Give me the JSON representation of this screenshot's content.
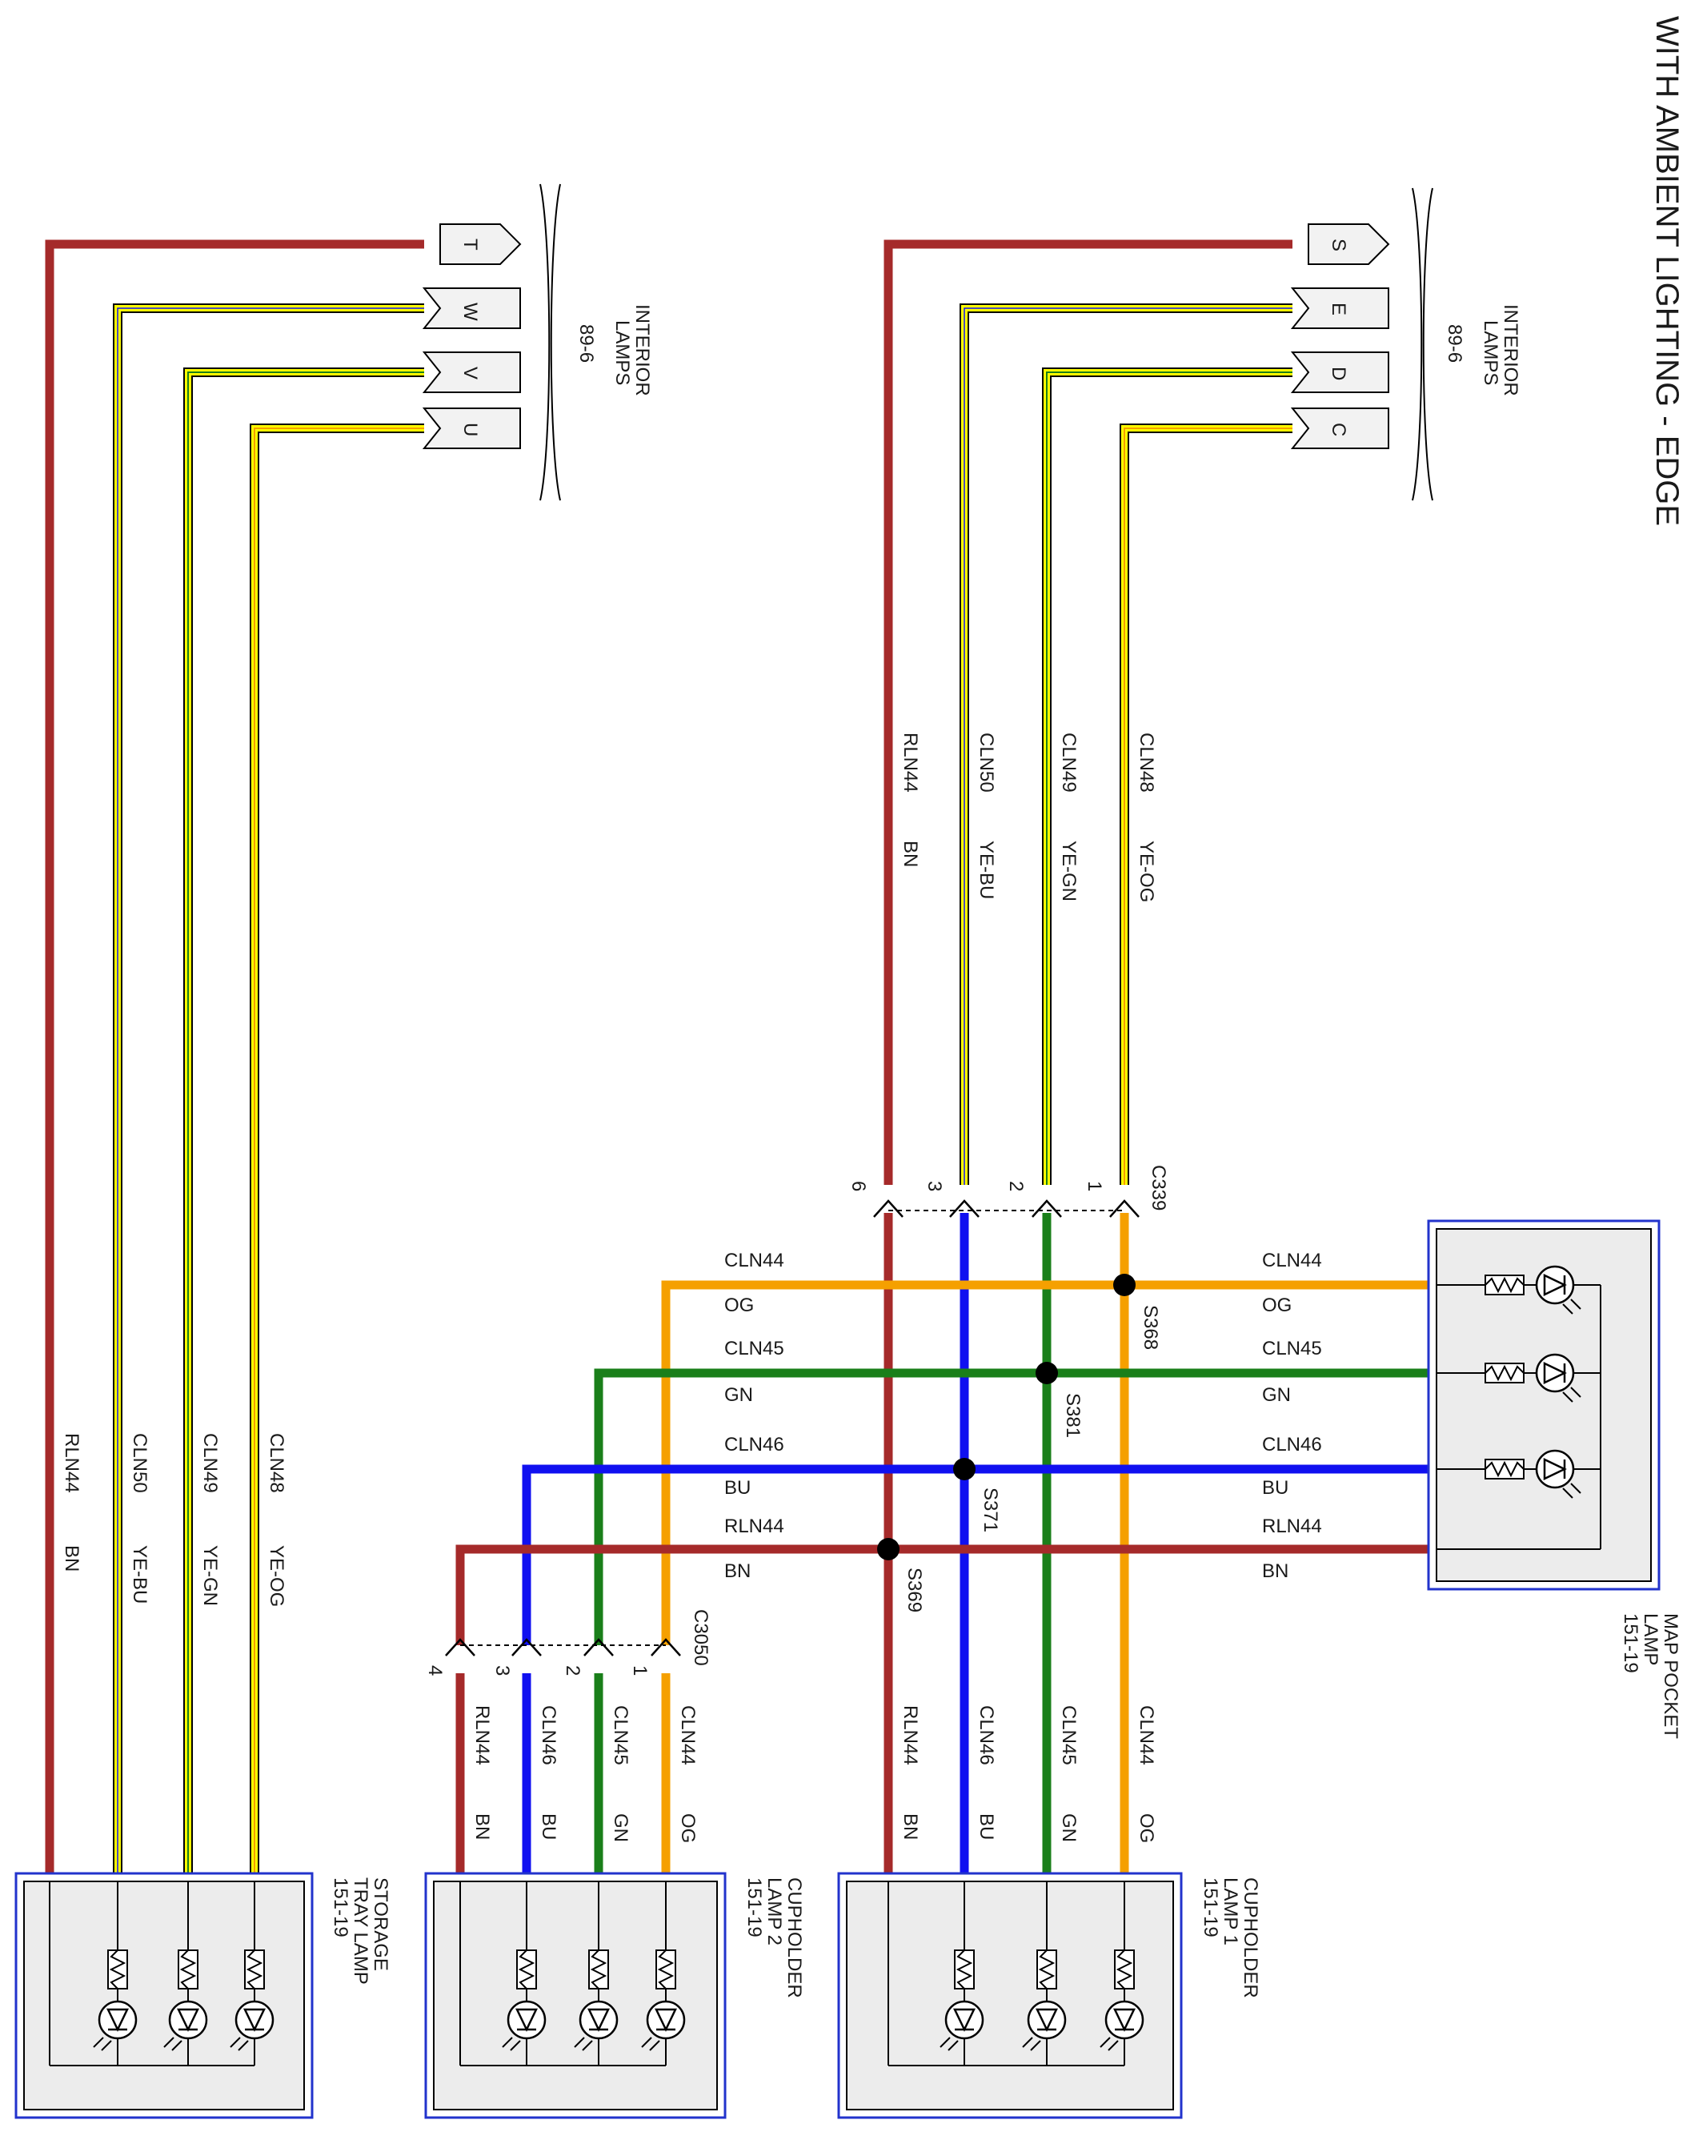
{
  "title": "WITH AMBIENT LIGHTING - EDGE",
  "colors": {
    "BN": "#a52a2a",
    "OG": "#f5a000",
    "GN": "#1a7f1a",
    "BU": "#1010f0",
    "YE": "#ffff00",
    "box_border": "#2233cc",
    "box_fill": "#ececec"
  },
  "source_connectors": [
    {
      "id": "src-right",
      "name_lines": [
        "INTERIOR",
        "LAMPS"
      ],
      "ref": "89-6",
      "pins": [
        "S",
        "E",
        "D",
        "C"
      ]
    },
    {
      "id": "src-left",
      "name_lines": [
        "INTERIOR",
        "LAMPS"
      ],
      "ref": "89-6",
      "pins": [
        "T",
        "W",
        "V",
        "U"
      ]
    }
  ],
  "wires": [
    {
      "circuit": "RLN44",
      "color": "BN"
    },
    {
      "circuit": "CLN50",
      "color": "YE-BU"
    },
    {
      "circuit": "CLN49",
      "color": "YE-GN"
    },
    {
      "circuit": "CLN48",
      "color": "YE-OG"
    },
    {
      "circuit": "CLN44",
      "color": "OG"
    },
    {
      "circuit": "CLN45",
      "color": "GN"
    },
    {
      "circuit": "CLN46",
      "color": "BU"
    }
  ],
  "inline_connectors": [
    {
      "id": "C339",
      "pins": [
        "1",
        "2",
        "3",
        "6"
      ]
    },
    {
      "id": "C3050",
      "pins": [
        "1",
        "2",
        "3",
        "4"
      ]
    }
  ],
  "splices": [
    "S368",
    "S381",
    "S371",
    "S369"
  ],
  "components": [
    {
      "id": "map-pocket",
      "name_lines": [
        "MAP POCKET",
        "LAMP"
      ],
      "ref": "151-19"
    },
    {
      "id": "cupholder-1",
      "name_lines": [
        "CUPHOLDER",
        "LAMP 1"
      ],
      "ref": "151-19"
    },
    {
      "id": "cupholder-2",
      "name_lines": [
        "CUPHOLDER",
        "LAMP 2"
      ],
      "ref": "151-19"
    },
    {
      "id": "storage",
      "name_lines": [
        "STORAGE",
        "TRAY LAMP"
      ],
      "ref": "151-19"
    }
  ]
}
